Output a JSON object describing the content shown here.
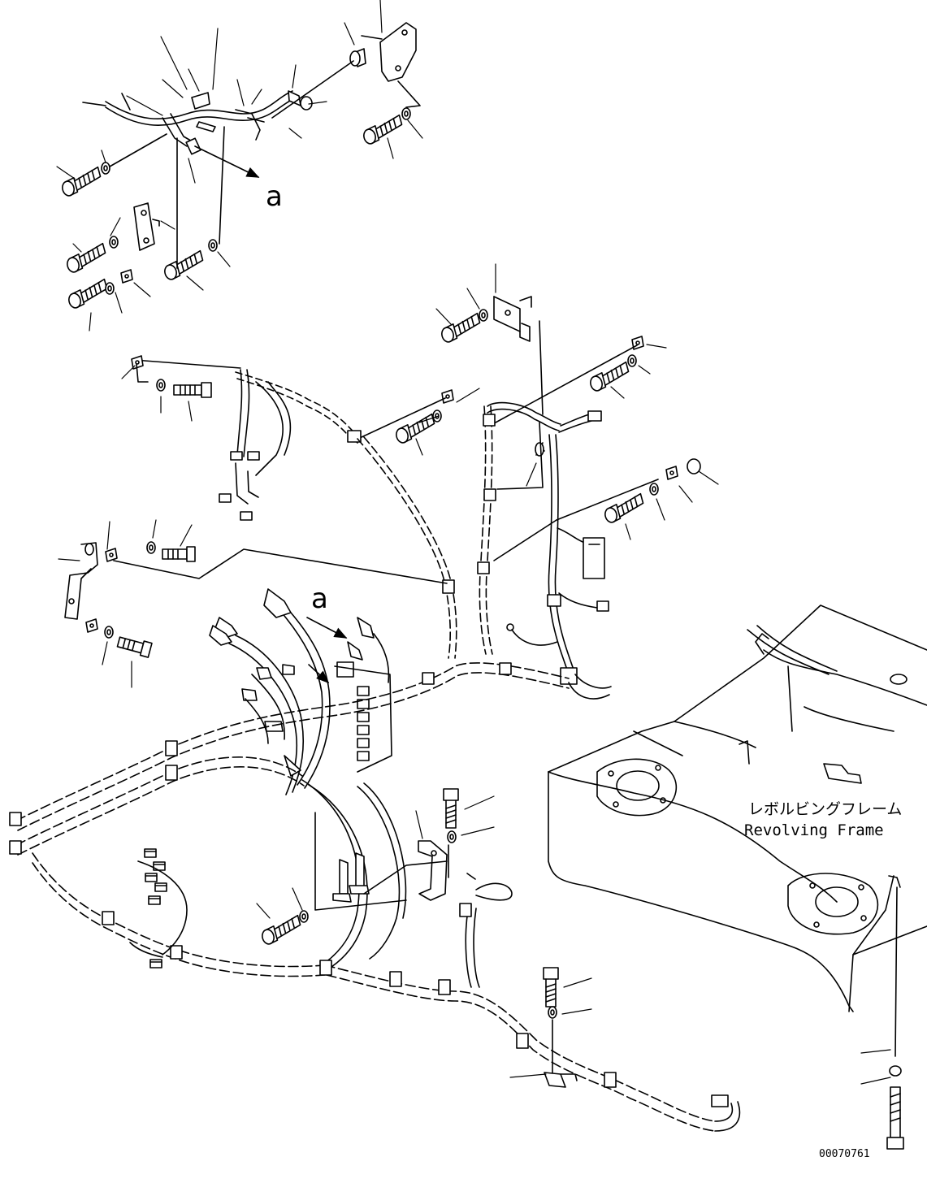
{
  "callouts": {
    "a_top": "a",
    "a_mid": "a"
  },
  "frame_label": {
    "japanese": "レボルビングフレーム",
    "english": "Revolving Frame"
  },
  "drawing_number": "00070761"
}
